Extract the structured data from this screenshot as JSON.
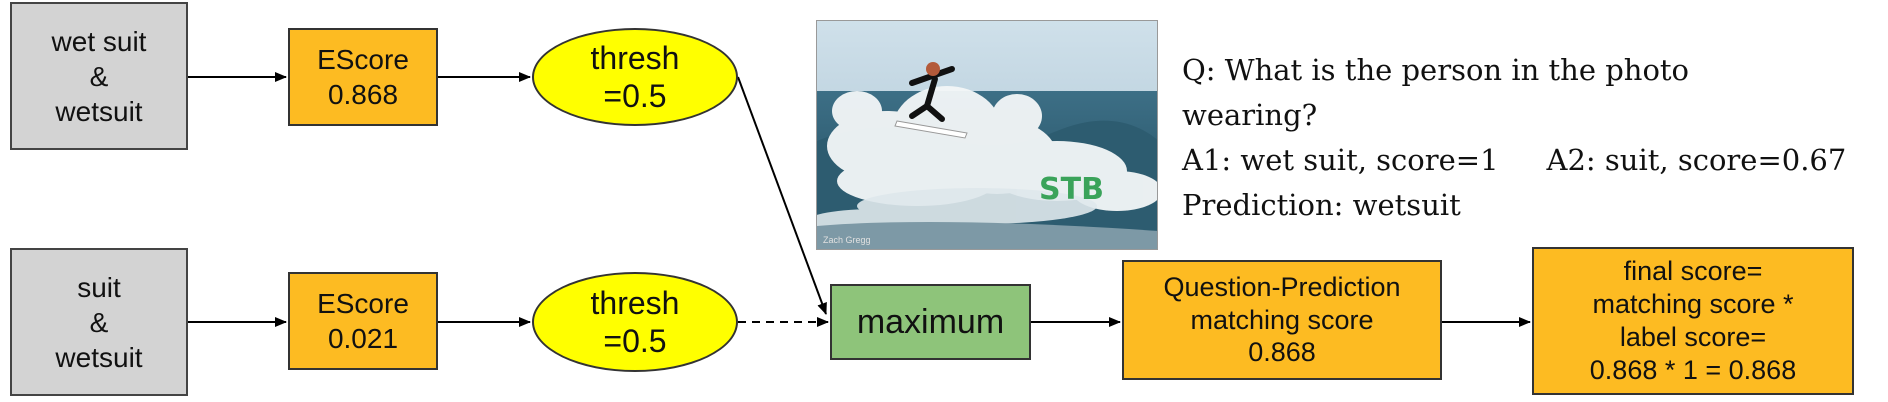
{
  "inputs": [
    {
      "line1": "wet suit",
      "line2": "&",
      "line3": "wetsuit"
    },
    {
      "line1": "suit",
      "line2": "&",
      "line3": "wetsuit"
    }
  ],
  "escores": [
    {
      "label": "EScore",
      "value": "0.868"
    },
    {
      "label": "EScore",
      "value": "0.021"
    }
  ],
  "thresholds": [
    {
      "label": "thresh",
      "value": "=0.5"
    },
    {
      "label": "thresh",
      "value": "=0.5"
    }
  ],
  "maximum": {
    "label": "maximum"
  },
  "matching": {
    "line1": "Question-Prediction",
    "line2": "matching score",
    "value": "0.868"
  },
  "final": {
    "line1": "final score=",
    "line2": "matching score *",
    "line3": "label score=",
    "line4": "0.868 * 1 = 0.868"
  },
  "question": {
    "q_line1": "Q: What is the person in the photo",
    "q_line2": "wearing?",
    "a1": "A1: wet suit, score=1",
    "a2": "A2: suit, score=0.67",
    "prediction": "Prediction: wetsuit"
  },
  "photo": {
    "watermark": "STB",
    "credit": "Zach Gregg"
  },
  "colors": {
    "gray": "#d3d3d3",
    "orange": "#fdbb22",
    "yellow": "#ffff00",
    "green": "#8ec47a"
  }
}
